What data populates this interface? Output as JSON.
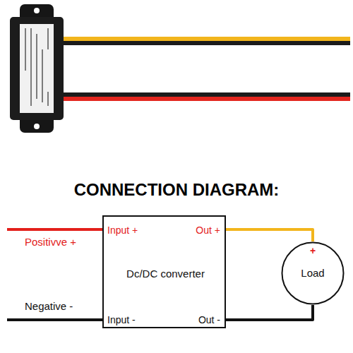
{
  "diagram": {
    "title": "CONNECTION DIAGRAM:",
    "nodes": [
      {
        "text": [
          "Input +",
          "Out +",
          "Dc/DC converter",
          "Input -",
          "Out -"
        ]
      },
      {
        "text": [
          "+",
          "Load"
        ]
      }
    ],
    "edges": [
      {
        "from": 0,
        "to": 1,
        "arrow": "none"
      },
      {
        "from": 0,
        "to": 1,
        "arrow": "none"
      }
    ],
    "labels": [
      "Positivve +",
      "Negative -"
    ]
  }
}
